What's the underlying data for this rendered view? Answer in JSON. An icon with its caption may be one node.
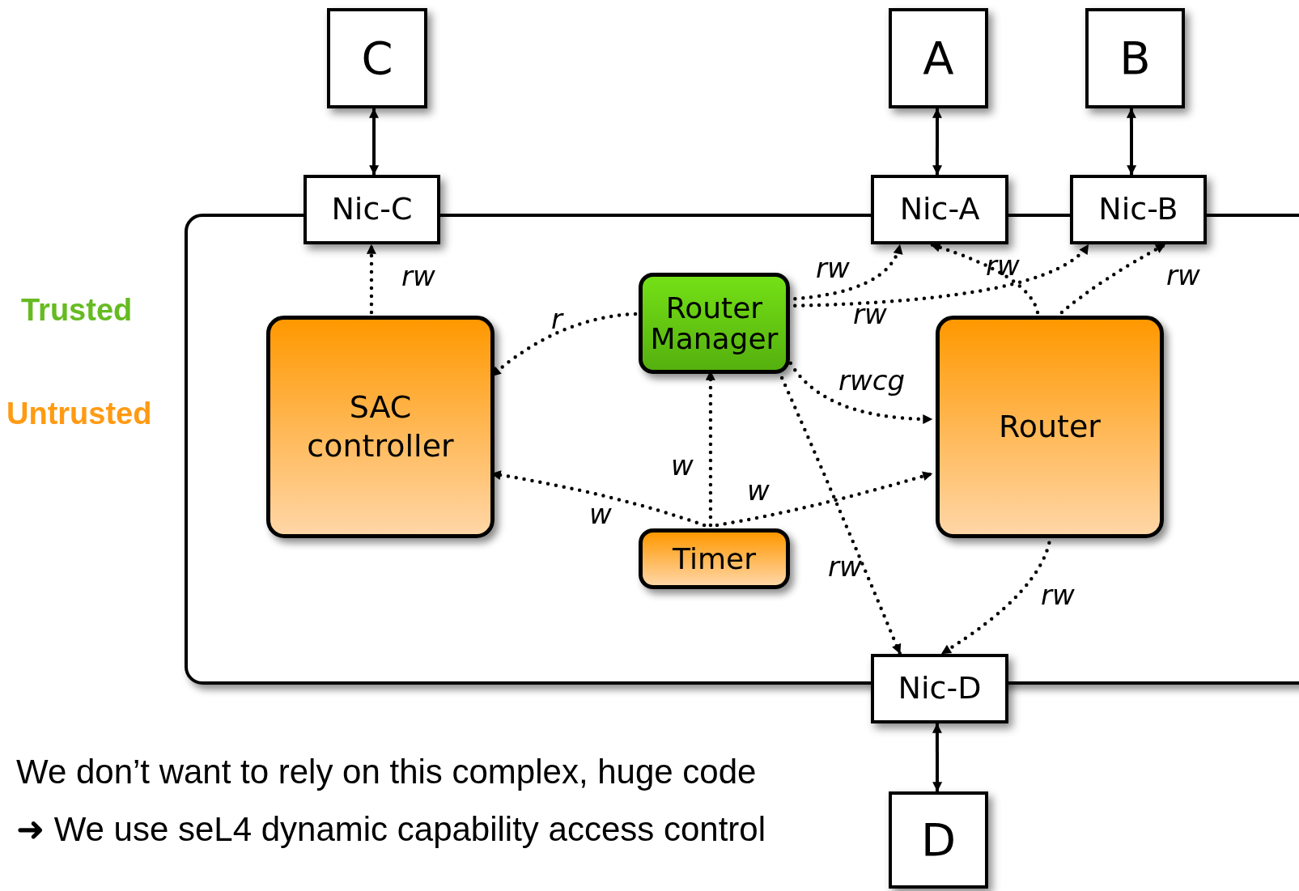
{
  "diagram": {
    "nodes": [
      {
        "text": [
          "C"
        ]
      },
      {
        "text": [
          "A"
        ]
      },
      {
        "text": [
          "B"
        ]
      },
      {
        "text": [],
        "shape": "box"
      },
      {
        "text": [
          "Nic-C"
        ]
      },
      {
        "text": [
          "Nic-A"
        ]
      },
      {
        "text": [
          "Nic-B"
        ]
      },
      {
        "text": [
          "Router Manager"
        ],
        "in": 3
      },
      {
        "text": [
          "SAC controller"
        ],
        "in": 3
      },
      {
        "text": [
          "Router"
        ],
        "in": 3
      },
      {
        "text": [
          "Timer"
        ],
        "in": 3
      },
      {
        "text": [
          "Nic-D"
        ]
      },
      {
        "text": [
          "D"
        ]
      }
    ],
    "edges": [
      {
        "from": 0,
        "to": 4,
        "arrow": "both"
      },
      {
        "from": 1,
        "to": 5,
        "arrow": "both"
      },
      {
        "from": 2,
        "to": 6,
        "arrow": "both"
      },
      {
        "from": 11,
        "to": 12,
        "arrow": "both"
      },
      {
        "from": 8,
        "to": 4,
        "arrow": "to",
        "label": "rw",
        "style": "dashed"
      },
      {
        "from": 7,
        "to": 8,
        "arrow": "to",
        "label": "r",
        "style": "dashed"
      },
      {
        "from": 7,
        "to": 5,
        "arrow": "to",
        "label": "rw",
        "style": "dashed"
      },
      {
        "from": 7,
        "to": 6,
        "arrow": "to",
        "label": "rw",
        "style": "dashed"
      },
      {
        "from": 9,
        "to": 5,
        "arrow": "to",
        "label": "rw",
        "style": "dashed"
      },
      {
        "from": 9,
        "to": 6,
        "arrow": "to",
        "label": "rw",
        "style": "dashed"
      },
      {
        "from": 7,
        "to": 9,
        "arrow": "to",
        "label": "rwcg",
        "style": "dashed"
      },
      {
        "from": 7,
        "to": 11,
        "arrow": "to",
        "label": "rw",
        "style": "dashed"
      },
      {
        "from": 9,
        "to": 11,
        "arrow": "to",
        "label": "rw",
        "style": "dashed"
      },
      {
        "from": 10,
        "to": 7,
        "arrow": "to",
        "label": "w",
        "style": "dashed"
      },
      {
        "from": 10,
        "to": 8,
        "arrow": "to",
        "label": "w",
        "style": "dashed"
      },
      {
        "from": 10,
        "to": 9,
        "arrow": "to",
        "label": "w",
        "style": "dashed"
      }
    ],
    "labels": [
      "Trusted",
      "Untrusted",
      "We don’t want to rely on this complex, huge code",
      "➜ We use seL4 dynamic capability access control"
    ]
  }
}
